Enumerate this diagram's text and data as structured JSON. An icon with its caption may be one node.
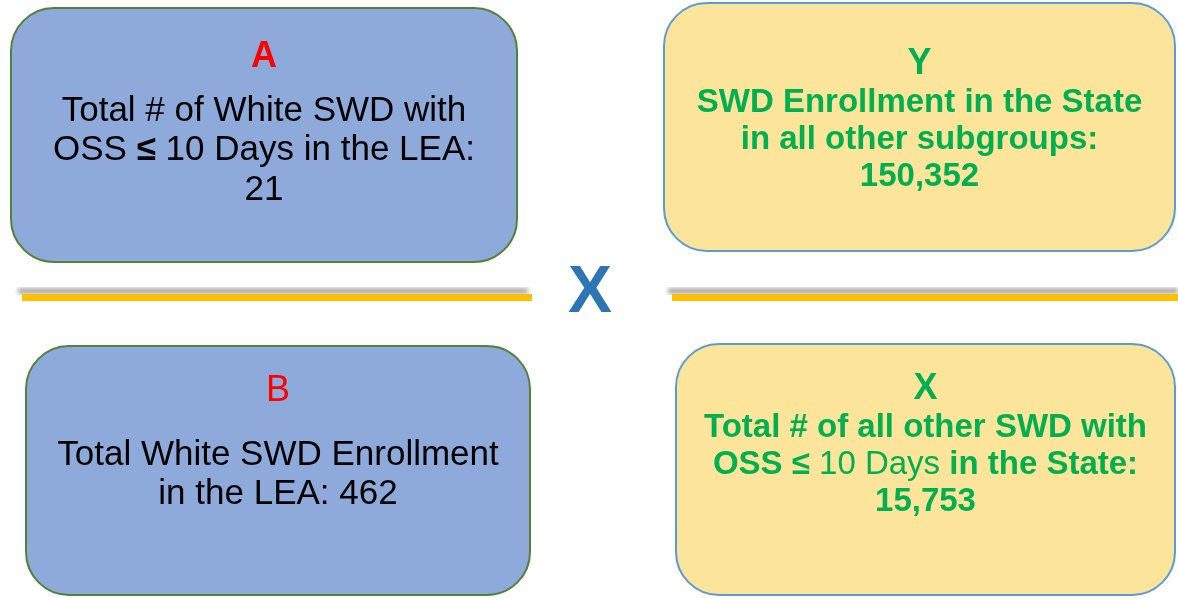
{
  "diagram": {
    "nodes": [
      {
        "text": [
          "A",
          "Total # of White SWD with OSS **≤** 10 Days in the LEA: 21"
        ]
      },
      {
        "text": [
          "Y",
          "SWD Enrollment in the State in all other subgroups: 150,352"
        ]
      },
      {
        "text": [
          "B",
          "Total White SWD Enrollment  in the LEA: 462"
        ]
      },
      {
        "text": [
          "X",
          "**Total # of all other SWD with OSS ≤** 10 Days **in the State: 15,753**"
        ]
      }
    ],
    "labels": [
      "X"
    ]
  }
}
